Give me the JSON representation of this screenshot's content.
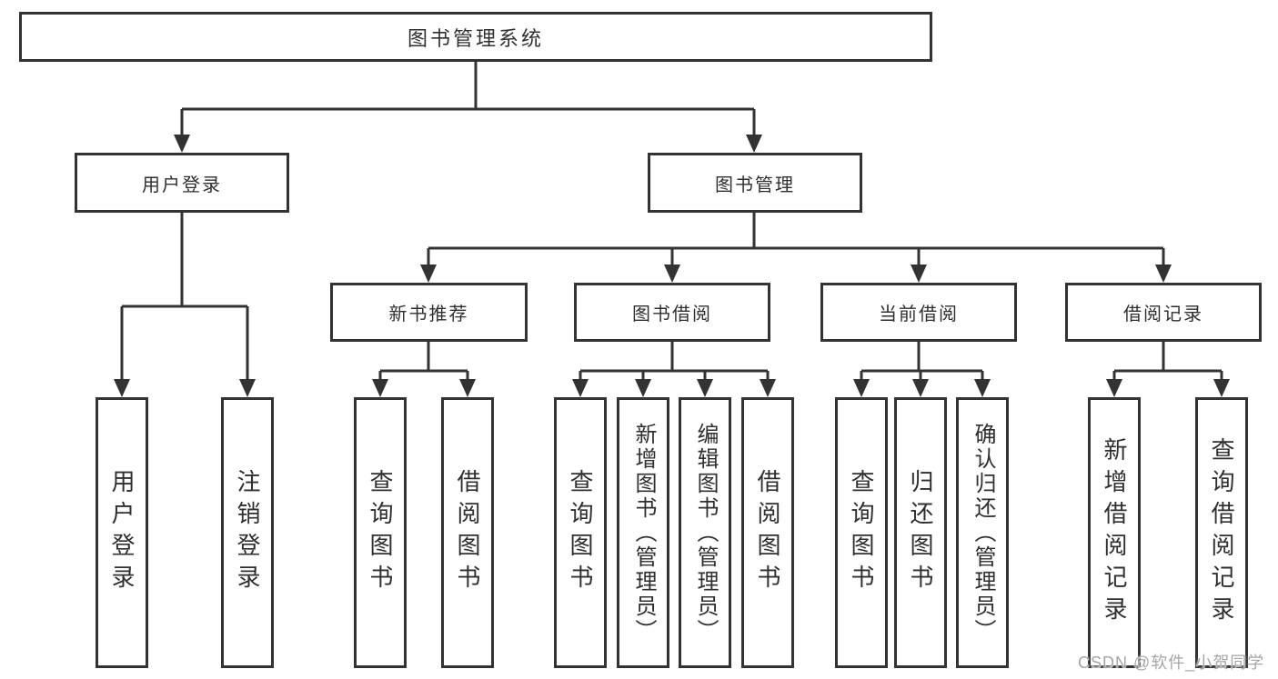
{
  "diagram_title": "图书管理系统",
  "tree": {
    "label": "图书管理系统",
    "children": [
      {
        "label": "用户登录",
        "children": [
          {
            "label": "用户登录"
          },
          {
            "label": "注销登录"
          }
        ]
      },
      {
        "label": "图书管理",
        "children": [
          {
            "label": "新书推荐",
            "children": [
              {
                "label": "查询图书"
              },
              {
                "label": "借阅图书"
              }
            ]
          },
          {
            "label": "图书借阅",
            "children": [
              {
                "label": "查询图书"
              },
              {
                "label": "新增图书（管理员）"
              },
              {
                "label": "编辑图书（管理员）"
              },
              {
                "label": "借阅图书"
              }
            ]
          },
          {
            "label": "当前借阅",
            "children": [
              {
                "label": "查询图书"
              },
              {
                "label": "归还图书"
              },
              {
                "label": "确认归还（管理员）"
              }
            ]
          },
          {
            "label": "借阅记录",
            "children": [
              {
                "label": "新增借阅记录"
              },
              {
                "label": "查询借阅记录"
              }
            ]
          }
        ]
      }
    ]
  },
  "watermark": {
    "text": "CSDN @软件_小贺同学"
  },
  "colors": {
    "line": "#333333",
    "box-border": "#333333",
    "box-fill": "#ffffff",
    "text": "#2f2f2f",
    "watermark": "#a6a6a6"
  }
}
